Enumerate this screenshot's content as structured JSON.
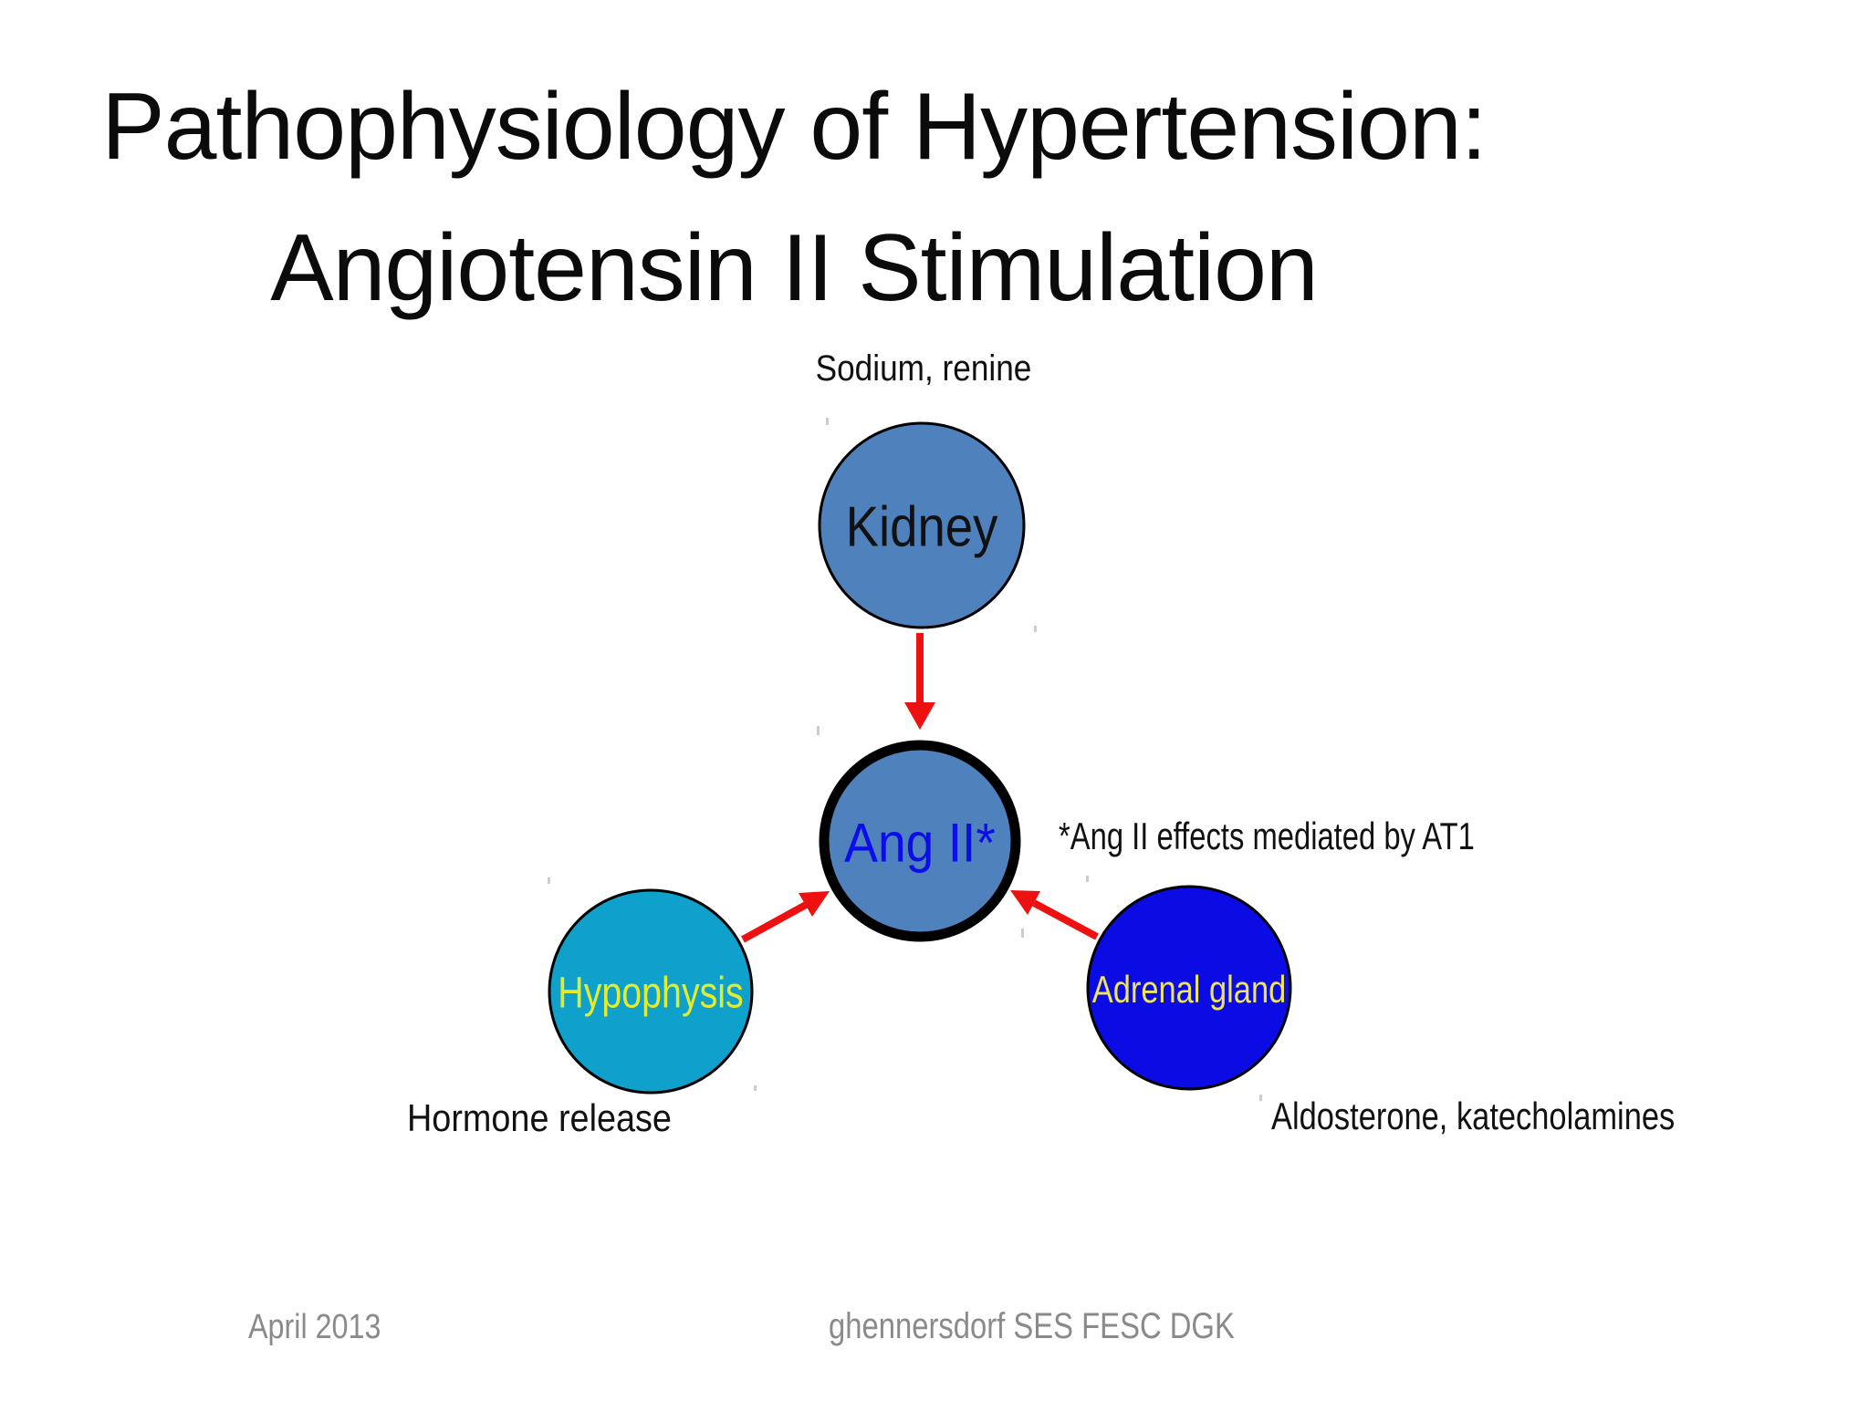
{
  "slide": {
    "title": {
      "line1": "Pathophysiology of Hypertension:",
      "line2": "Angiotensin II Stimulation",
      "color": "#0b0b0b"
    },
    "footer": {
      "date": "April 2013",
      "credit": "ghennersdorf SES FESC DGK",
      "color": "#8a8a8a"
    }
  },
  "diagram": {
    "arrow_color": "#ee1111",
    "outline_color": "#000000",
    "top_label": "Sodium, renine",
    "bottom_left_label": "Hormone release",
    "bottom_right_label": "Aldosterone, katecholamines",
    "annotation": "*Ang II effects mediated by AT1",
    "nodes": {
      "kidney": {
        "label": "Kidney",
        "fill": "#4f81bd",
        "text_color": "#111111"
      },
      "ang_ii": {
        "label": "Ang II*",
        "fill": "#4f81bd",
        "text_color": "#0d0de8"
      },
      "hypophysis": {
        "label": "Hypophysis",
        "fill": "#0fa0cb",
        "text_color": "#e2ec2d"
      },
      "adrenal": {
        "label": "Adrenal gland",
        "fill": "#0b0be3",
        "text_color": "#efe55c"
      }
    }
  }
}
